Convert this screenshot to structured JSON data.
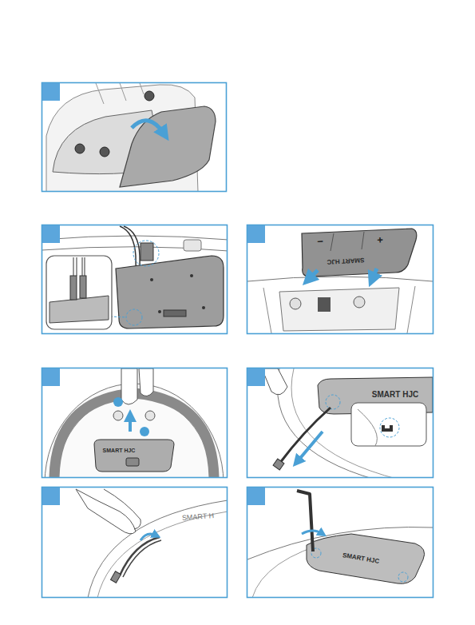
{
  "diagram": {
    "labels": [
      "−",
      "+",
      "SMART HJC",
      "SMART HJC",
      "SMART HJC",
      "SMART H",
      "SMART HJC"
    ]
  }
}
